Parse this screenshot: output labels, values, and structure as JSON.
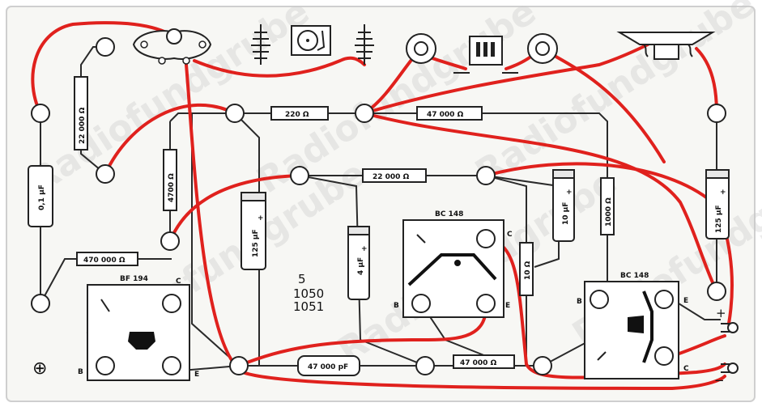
{
  "colors": {
    "board": "#f7f7f4",
    "ink": "#1a1a1a",
    "red_wire": "#e0211d",
    "black_wire": "#2a2a2a"
  },
  "watermark": "Radiofundgrube",
  "board_code": [
    "5",
    "1050",
    "1051"
  ],
  "components": {
    "r_22000_left": "22 000 Ω",
    "r_4700": "4700 Ω",
    "r_220": "220 Ω",
    "r_47000_top": "47 000 Ω",
    "r_22000_mid": "22 000 Ω",
    "r_470000": "470 000 Ω",
    "r_10": "10 Ω",
    "r_1000": "1000 Ω",
    "r_47000_bottom": "47 000 Ω",
    "c_01": "0,1 µF",
    "c_125_left": "125 µF",
    "c_4": "4 µF",
    "c_10": "10 µF",
    "c_125_right": "125 µF",
    "c_47000": "47 000 pF"
  },
  "transistors": {
    "bf194": "BF 194",
    "bc148_mid": "BC 148",
    "bc148_right": "BC 148"
  },
  "pins": {
    "b": "B",
    "c": "C",
    "e": "E",
    "plus": "+",
    "minus": "−"
  },
  "ground_symbol": "⊕"
}
